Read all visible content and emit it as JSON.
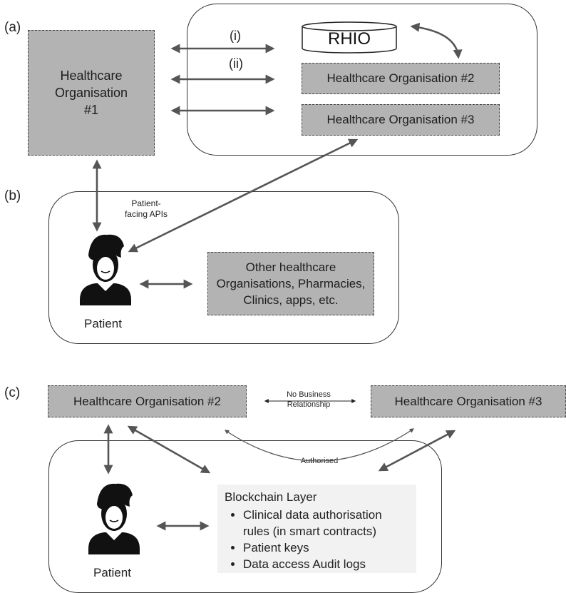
{
  "panels": {
    "a": {
      "label": "(a)",
      "org1_lines": [
        "Healthcare",
        "Organisation",
        "#1"
      ],
      "rhio": "RHIO",
      "arrow_labels": [
        "(i)",
        "(ii)"
      ],
      "org2": "Healthcare Organisation #2",
      "org3": "Healthcare Organisation #3"
    },
    "b": {
      "label": "(b)",
      "api_label_lines": [
        "Patient-",
        "facing APIs"
      ],
      "patient": "Patient",
      "others_lines": [
        "Other healthcare",
        "Organisations, Pharmacies,",
        "Clinics, apps, etc."
      ]
    },
    "c": {
      "label": "(c)",
      "org2": "Healthcare Organisation #2",
      "org3": "Healthcare Organisation #3",
      "no_business_lines": [
        "No Business",
        "Relationship"
      ],
      "authorised": "Authorised",
      "patient": "Patient",
      "blockchain_title": "Blockchain Layer",
      "blockchain_items": [
        "Clinical data authorisation rules (in smart contracts)",
        "Patient keys",
        "Data access Audit logs"
      ]
    }
  },
  "colors": {
    "org_fill": "#b3b3b3",
    "arrow": "#555555",
    "blockchain_fill": "#f2f2f2"
  },
  "icons": {
    "patient": "person-icon"
  }
}
